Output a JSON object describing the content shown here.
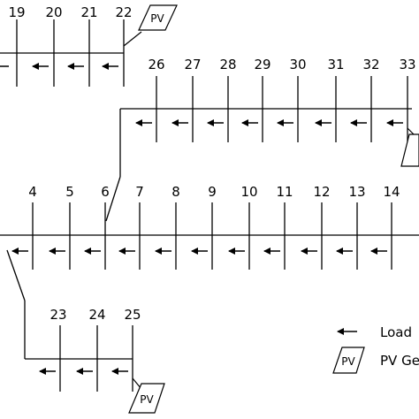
{
  "colors": {
    "line": "#000000",
    "background": "#ffffff"
  },
  "icons": {
    "load": "left-arrow-icon",
    "pv": "pv-generator-icon"
  },
  "pv_label": "PV",
  "branches": [
    {
      "id": "branch-top",
      "buses": [
        "19",
        "20",
        "21",
        "22"
      ]
    },
    {
      "id": "branch-upper",
      "buses": [
        "26",
        "27",
        "28",
        "29",
        "30",
        "31",
        "32",
        "33"
      ]
    },
    {
      "id": "branch-main",
      "buses": [
        "4",
        "5",
        "6",
        "7",
        "8",
        "9",
        "10",
        "11",
        "12",
        "13",
        "14"
      ]
    },
    {
      "id": "branch-lower",
      "buses": [
        "23",
        "24",
        "25"
      ]
    }
  ],
  "legend": {
    "load_label": "Load",
    "pv_label": "PV Ge"
  }
}
